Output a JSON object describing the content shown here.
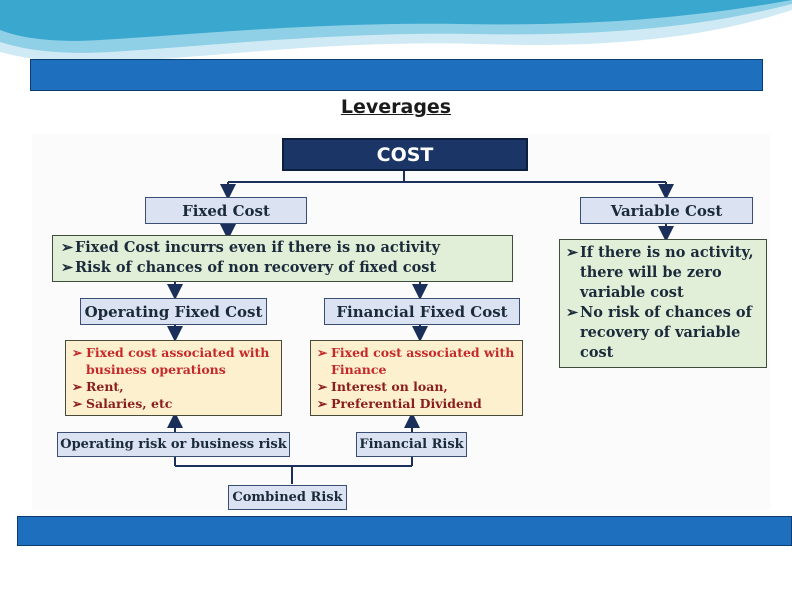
{
  "title": "Leverages",
  "diagram": {
    "root": "COST",
    "fixed_cost": "Fixed Cost",
    "variable_cost": "Variable Cost",
    "fixed_notes": [
      "Fixed Cost incurrs even if there is no activity",
      "Risk of chances of non recovery of fixed cost"
    ],
    "variable_notes": [
      "If there is no activity, there will be zero variable cost",
      "No risk of chances of recovery of variable cost"
    ],
    "operating_fixed_cost": "Operating Fixed Cost",
    "financial_fixed_cost": "Financial Fixed Cost",
    "operating_items": [
      "Fixed cost associated with business operations",
      "Rent,",
      "Salaries, etc"
    ],
    "financial_items": [
      "Fixed cost associated with Finance",
      "Interest on loan,",
      "Preferential Dividend"
    ],
    "operating_risk": "Operating risk or business risk",
    "financial_risk": "Financial Risk",
    "combined_risk": "Combined Risk",
    "bullet_marker": "➢"
  },
  "colors": {
    "blue_bar": "#1f6fbf",
    "root_box": "#1a3566",
    "header_box": "#dbe3f2",
    "green_box": "#e2efd8",
    "yellow_box": "#fdf0cf",
    "arrow": "#1a2f5a",
    "item_red": "#c42a2a"
  }
}
